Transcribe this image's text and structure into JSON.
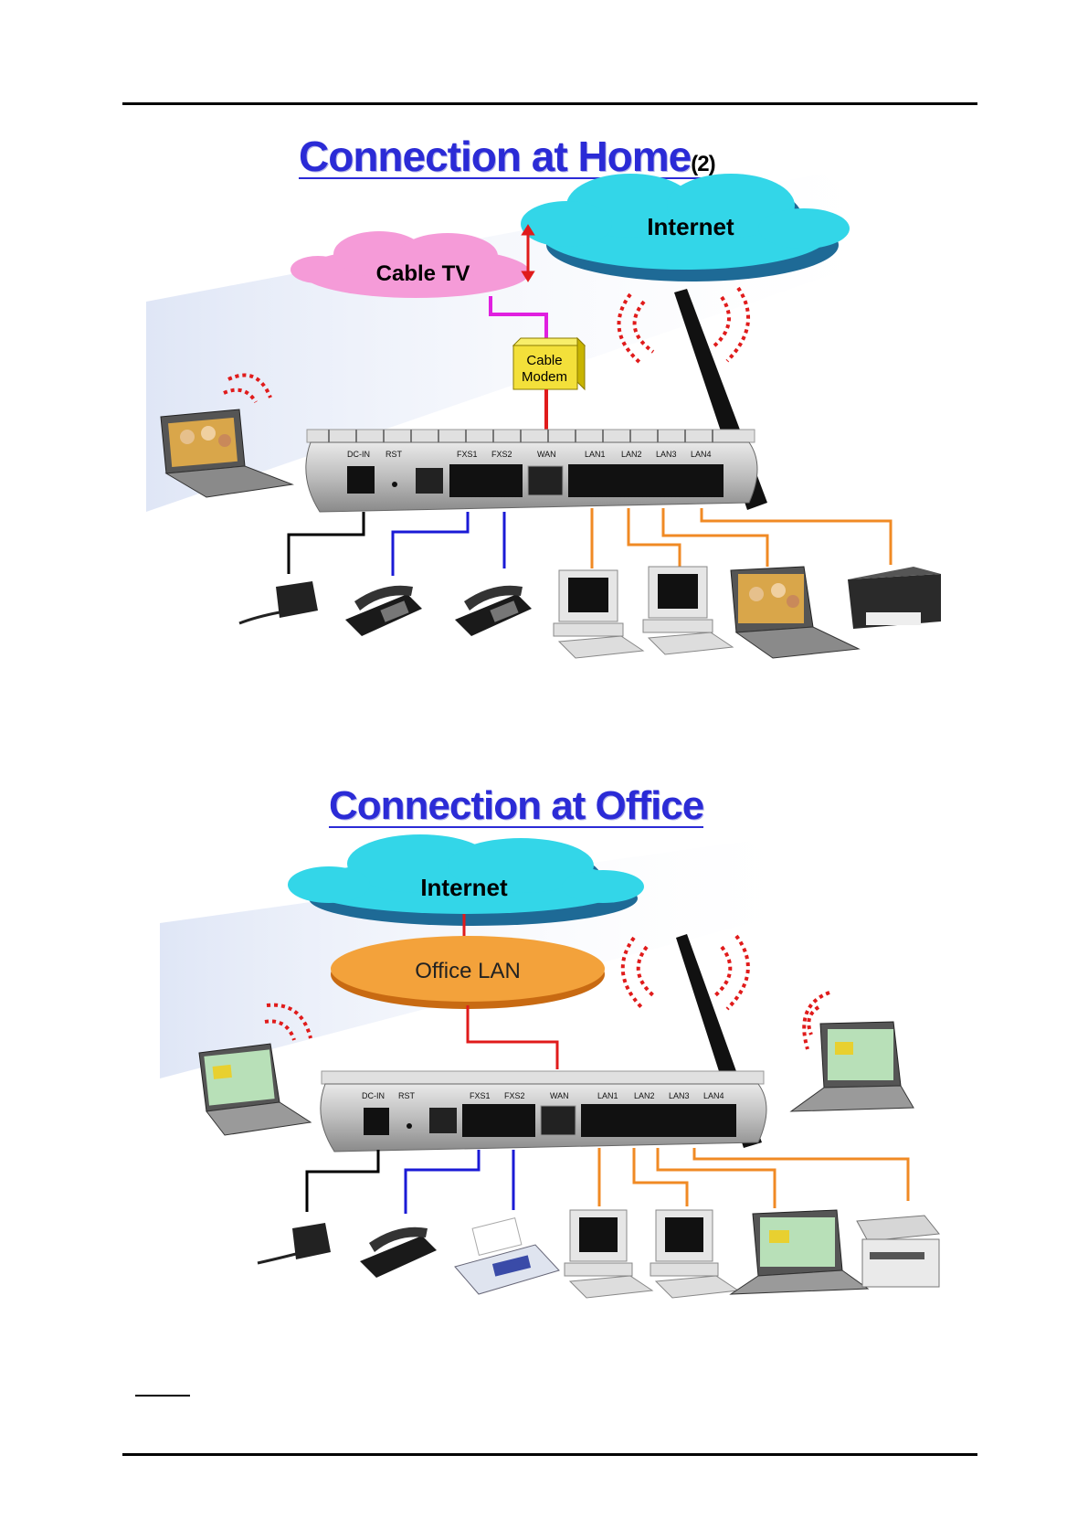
{
  "home": {
    "title": "Connection at Home",
    "title_suffix": "(2)",
    "labels": {
      "internet": "Internet",
      "cable_tv": "Cable TV",
      "modem_line1": "Cable",
      "modem_line2": "Modem"
    }
  },
  "office": {
    "title": "Connection at Office",
    "labels": {
      "internet": "Internet",
      "office_lan": "Office LAN"
    }
  },
  "router_ports": [
    "DC-IN",
    "RST",
    "FXS1",
    "FXS2",
    "WAN",
    "LAN1",
    "LAN2",
    "LAN3",
    "LAN4"
  ],
  "colors": {
    "title": "#2b2bd6",
    "internet_cloud": "#33d6e8",
    "cable_tv_cloud": "#f59bd8",
    "office_lan": "#f3a23b",
    "modem": "#f3e03a",
    "power_line": "#000000",
    "phone_line": "#1a1ad6",
    "lan_line": "#f08a24",
    "wan_line": "#e01b1b",
    "cable_line": "#e020e0",
    "wireless": "#e01b1b"
  },
  "icons": {
    "power_adapter": "power-adapter-icon",
    "phone": "telephone-icon",
    "desktop": "desktop-computer-icon",
    "laptop": "laptop-icon",
    "printer": "printer-icon",
    "fax": "fax-machine-icon",
    "mfp": "multifunction-printer-icon",
    "antenna": "antenna-icon",
    "wireless": "wireless-signal-icon"
  }
}
